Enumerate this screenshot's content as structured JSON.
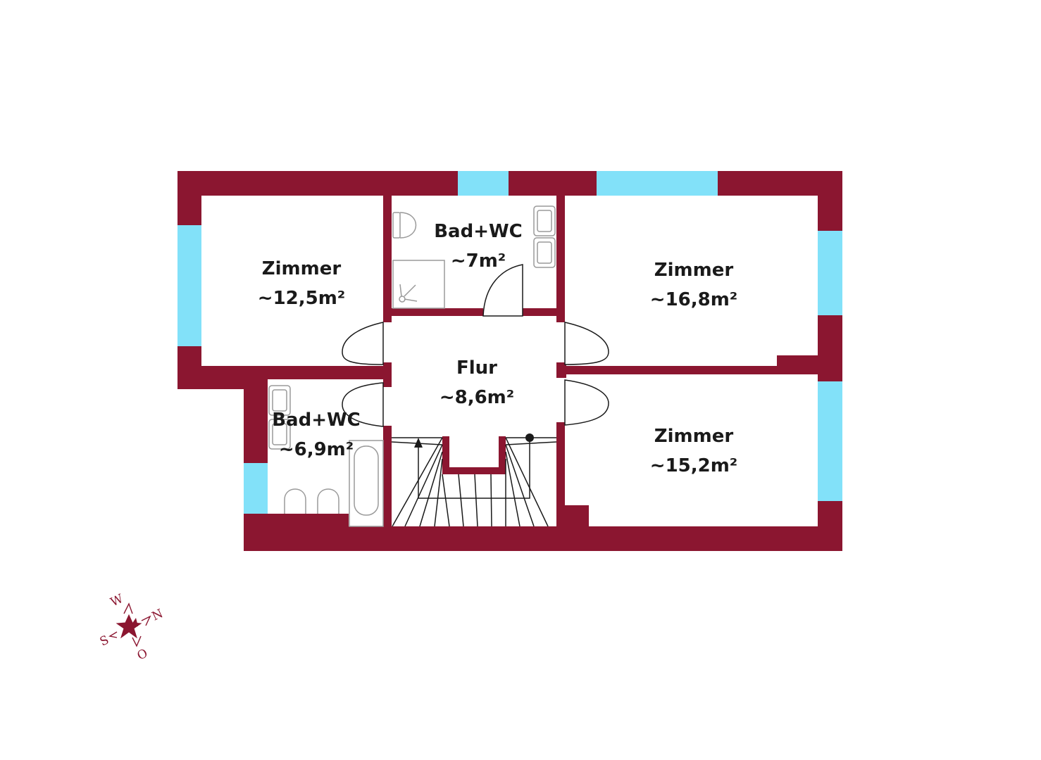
{
  "colors": {
    "wall": "#8b1630",
    "window": "#82e1f9",
    "fixture": "#9a9a9a",
    "stair_line": "#1a1a1a",
    "background": "#ffffff"
  },
  "rooms": [
    {
      "id": "zimmer-nw",
      "name": "Zimmer",
      "area": "~12,5m²"
    },
    {
      "id": "bad-wc-top",
      "name": "Bad+WC",
      "area": "~7m²"
    },
    {
      "id": "zimmer-ne",
      "name": "Zimmer",
      "area": "~16,8m²"
    },
    {
      "id": "flur",
      "name": "Flur",
      "area": "~8,6m²"
    },
    {
      "id": "bad-wc-bottom",
      "name": "Bad+WC",
      "area": "~6,9m²"
    },
    {
      "id": "zimmer-se",
      "name": "Zimmer",
      "area": "~15,2m²"
    }
  ],
  "compass": {
    "W": "W",
    "N": "N",
    "S": "S",
    "O": "O"
  },
  "icons": [
    "toilet-icon",
    "sink-icon",
    "shower-icon",
    "bathtub-icon",
    "stair-arrow-icon",
    "compass-rose-icon"
  ]
}
